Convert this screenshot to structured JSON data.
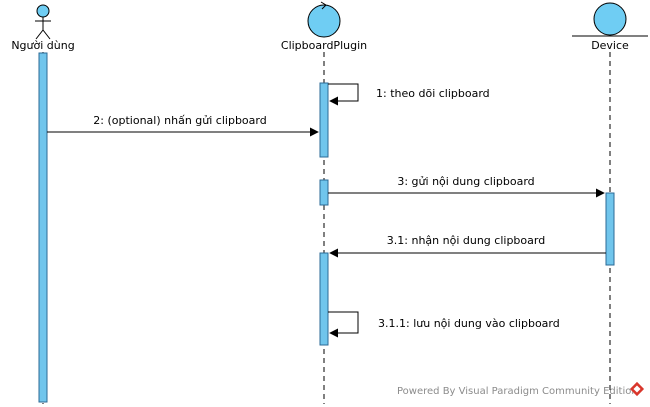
{
  "lifelines": [
    {
      "name": "Người dùng",
      "kind": "actor"
    },
    {
      "name": "ClipboardPlugin",
      "kind": "control"
    },
    {
      "name": "Device",
      "kind": "entity"
    }
  ],
  "messages": [
    {
      "label": "1: theo dõi clipboard",
      "type": "self"
    },
    {
      "label": "2: (optional) nhấn gửi clipboard",
      "type": "call"
    },
    {
      "label": "3: gửi nội dung clipboard",
      "type": "call"
    },
    {
      "label": "3.1: nhận nội dung clipboard",
      "type": "call"
    },
    {
      "label": "3.1.1: lưu nội dung vào clipboard",
      "type": "self"
    }
  ],
  "watermark": {
    "text": "Powered By Visual Paradigm Community Edition",
    "icon": "visual-paradigm-logo-icon"
  },
  "colors": {
    "activation_fill": "#70c5ec",
    "activation_stroke": "#2b6a96",
    "head_fill": "#6fcdf3",
    "line": "#000000",
    "logo": "#d9362b"
  }
}
